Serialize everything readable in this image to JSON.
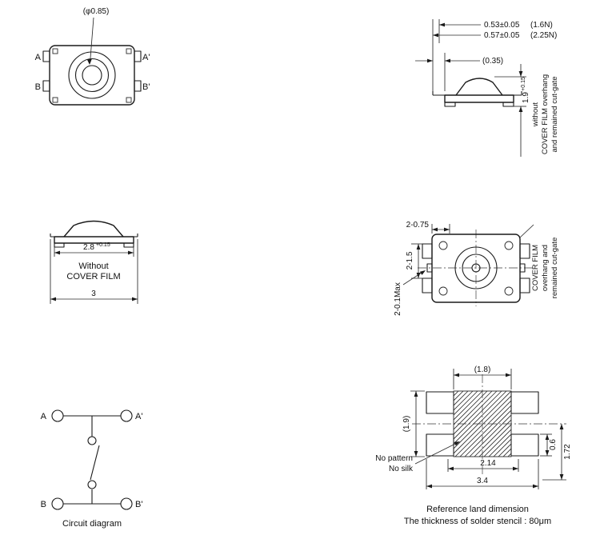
{
  "colors": {
    "ink": "#1a1a1a",
    "background": "#ffffff"
  },
  "top_view": {
    "knob_dia": "(φ0.85)",
    "labels": {
      "a": "A",
      "a_prime": "A'",
      "b": "B",
      "b_prime": "B'"
    }
  },
  "side_view": {
    "travel1": "0.53±0.05",
    "force1": "(1.6N)",
    "travel2": "0.57±0.05",
    "force2": "(2.25N)",
    "dim_035": "(0.35)",
    "height": "1.9",
    "height_tol": "+0.15",
    "note_line1": "without",
    "note_line2": "COVER FILM overhang",
    "note_line3": "and remained cut-gate"
  },
  "profile_view": {
    "width_inner": "2.8",
    "width_inner_tol": "+0.15",
    "note_line1": "Without",
    "note_line2": "COVER FILM",
    "width_outer": "3"
  },
  "bottom_view": {
    "dim_pads_h": "2-0.75",
    "dim_pads_v": "2-1.5",
    "dim_gate": "2-0.1Max",
    "note_line1": "COVER FILM",
    "note_line2": "overhang and",
    "note_line3": "remained cut-gate"
  },
  "circuit": {
    "labels": {
      "a": "A",
      "a_prime": "A'",
      "b": "B",
      "b_prime": "B'"
    },
    "caption": "Circuit diagram"
  },
  "land_pattern": {
    "dim_w": "(1.8)",
    "dim_h": "(1.9)",
    "dim_inner": "2.14",
    "dim_outer": "3.4",
    "dim_pad_h": "0.6",
    "dim_half": "1.72",
    "note_line1": "No pattern",
    "note_line2": "No silk",
    "caption1": "Reference land dimension",
    "caption2": "The thickness of solder stencil : 80μm"
  }
}
